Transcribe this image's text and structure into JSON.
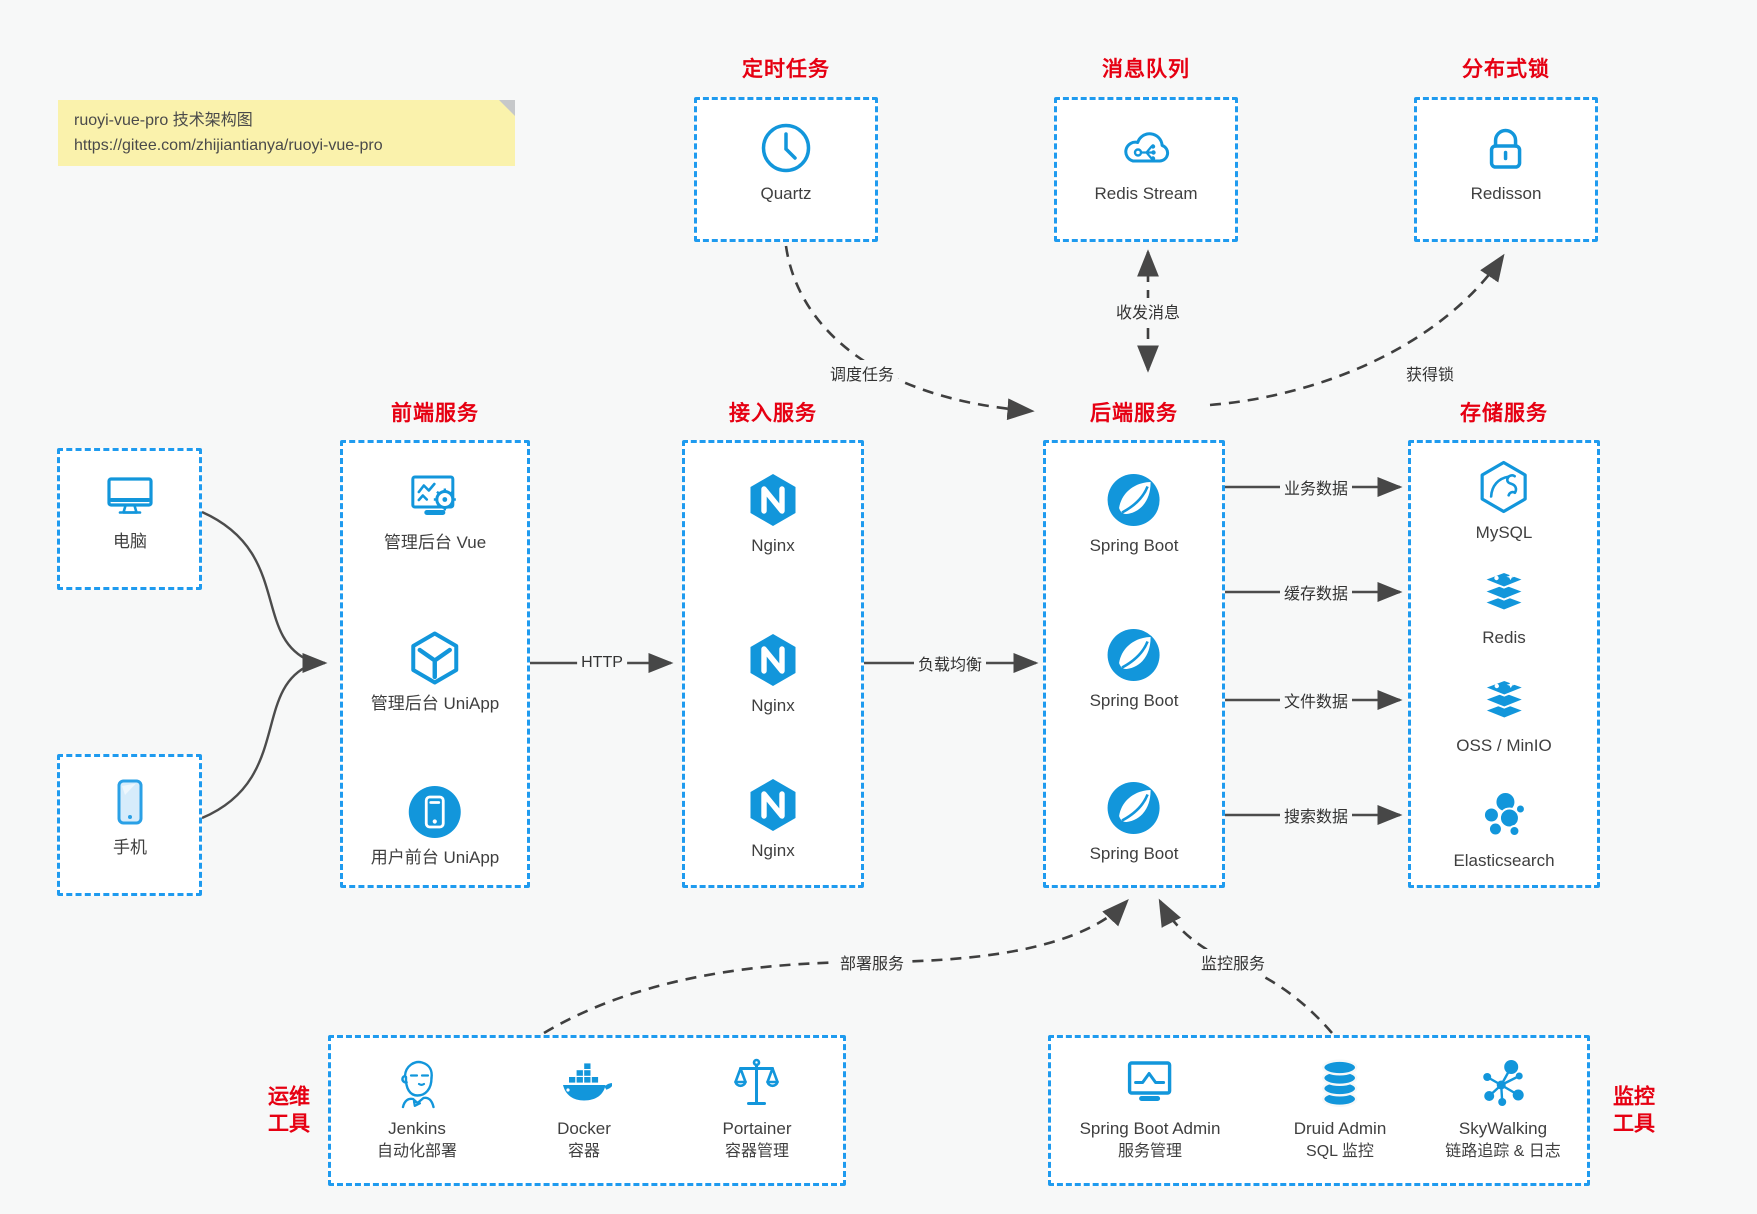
{
  "sticky_note": {
    "title": "ruoyi-vue-pro 技术架构图",
    "url": "https://gitee.com/zhijiantianya/ruoyi-vue-pro"
  },
  "groups": {
    "scheduler": {
      "title": "定时任务",
      "items": [
        {
          "icon": "clock-icon",
          "label": "Quartz"
        }
      ]
    },
    "message_queue": {
      "title": "消息队列",
      "items": [
        {
          "icon": "cloud-stream-icon",
          "label": "Redis Stream"
        }
      ]
    },
    "distributed_lock": {
      "title": "分布式锁",
      "items": [
        {
          "icon": "lock-icon",
          "label": "Redisson"
        }
      ]
    },
    "clients": {
      "items": [
        {
          "icon": "computer-icon",
          "label": "电脑"
        },
        {
          "icon": "smartphone-icon",
          "label": "手机"
        }
      ]
    },
    "frontend": {
      "title": "前端服务",
      "items": [
        {
          "icon": "admin-vue-icon",
          "label": "管理后台 Vue"
        },
        {
          "icon": "uniapp-cube-icon",
          "label": "管理后台 UniApp"
        },
        {
          "icon": "user-app-icon",
          "label": "用户前台 UniApp"
        }
      ]
    },
    "gateway": {
      "title": "接入服务",
      "items": [
        {
          "icon": "nginx-icon",
          "label": "Nginx"
        },
        {
          "icon": "nginx-icon",
          "label": "Nginx"
        },
        {
          "icon": "nginx-icon",
          "label": "Nginx"
        }
      ]
    },
    "backend": {
      "title": "后端服务",
      "items": [
        {
          "icon": "spring-boot-icon",
          "label": "Spring Boot"
        },
        {
          "icon": "spring-boot-icon",
          "label": "Spring Boot"
        },
        {
          "icon": "spring-boot-icon",
          "label": "Spring Boot"
        }
      ]
    },
    "storage": {
      "title": "存储服务",
      "items": [
        {
          "icon": "mysql-icon",
          "label": "MySQL"
        },
        {
          "icon": "redis-icon",
          "label": "Redis"
        },
        {
          "icon": "object-storage-icon",
          "label": "OSS / MinIO"
        },
        {
          "icon": "elasticsearch-icon",
          "label": "Elasticsearch"
        }
      ]
    },
    "devops": {
      "title": [
        "运维",
        "工具"
      ],
      "items": [
        {
          "icon": "jenkins-icon",
          "label": "Jenkins",
          "sublabel": "自动化部署"
        },
        {
          "icon": "docker-icon",
          "label": "Docker",
          "sublabel": "容器"
        },
        {
          "icon": "portainer-icon",
          "label": "Portainer",
          "sublabel": "容器管理"
        }
      ]
    },
    "monitoring": {
      "title": [
        "监控",
        "工具"
      ],
      "items": [
        {
          "icon": "spring-boot-admin-icon",
          "label": "Spring Boot Admin",
          "sublabel": "服务管理"
        },
        {
          "icon": "druid-icon",
          "label": "Druid Admin",
          "sublabel": "SQL 监控"
        },
        {
          "icon": "skywalking-icon",
          "label": "SkyWalking",
          "sublabel": "链路追踪 & 日志"
        }
      ]
    }
  },
  "edges": {
    "http": "HTTP",
    "load_balance": "负载均衡",
    "schedule_job": "调度任务",
    "send_receive_message": "收发消息",
    "acquire_lock": "获得锁",
    "business_data": "业务数据",
    "cache_data": "缓存数据",
    "file_data": "文件数据",
    "search_data": "搜索数据",
    "deploy_service": "部署服务",
    "monitor_service": "监控服务"
  },
  "colors": {
    "icon_blue": "#1296db",
    "box_border_blue": "#1f9bef",
    "title_red": "#e60012",
    "connector_gray": "#4c4c4c",
    "note_yellow": "#faf2ac",
    "page_background": "#f7f8f8"
  }
}
